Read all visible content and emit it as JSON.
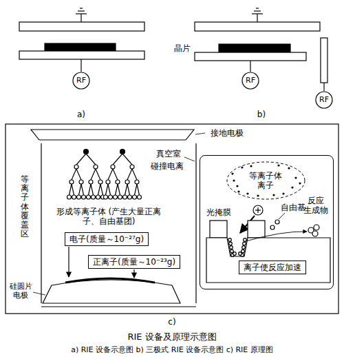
{
  "diagram": {
    "title": "RIE 设备及原理示意图",
    "caption": "a) RIE 设备示意图 b) 三极式 RIE 设备示意图 c) RIE 原理图",
    "nodes": [
      {
        "text": [
          "RF"
        ]
      },
      {
        "text": [
          "RF"
        ]
      },
      {
        "text": [
          "RF"
        ]
      },
      {
        "text": [
          "电子(质量～10⁻²⁷g)"
        ]
      },
      {
        "text": [
          "正离子(质量～10⁻²³g)"
        ]
      },
      {
        "text": [
          "光掩膜",
          "自由基",
          "反应 生成物"
        ]
      },
      {
        "text": [
          "等离子体 离子"
        ],
        "in": 5
      },
      {
        "text": [
          "离子使反应加速"
        ],
        "in": 5
      }
    ],
    "labels": [
      "晶片",
      "a)",
      "b)",
      "接地电极",
      "真空室",
      "碰撞电离",
      "形成等离子体 (产生大量正离子、自由基团)",
      "等离子体覆盖区",
      "硅圆片 电极",
      "c)"
    ]
  }
}
